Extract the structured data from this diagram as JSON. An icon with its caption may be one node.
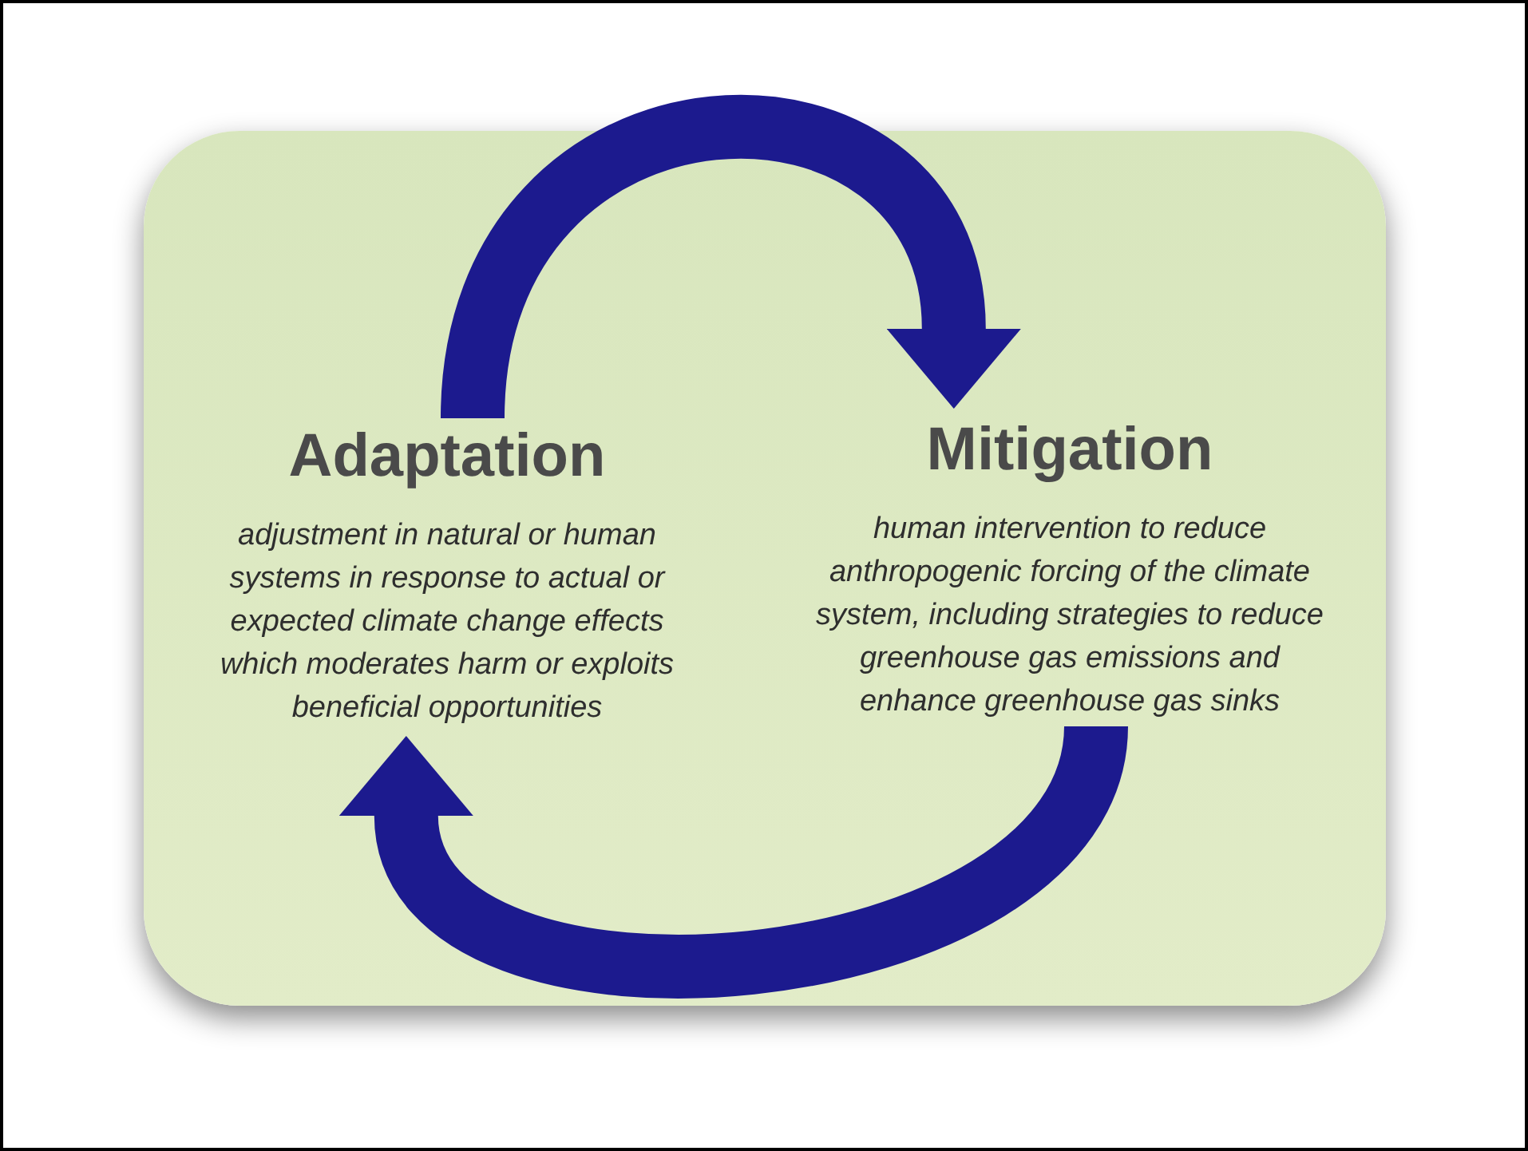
{
  "diagram": {
    "nodes": [
      {
        "text": [
          "Adaptation",
          "adjustment in natural or human systems in response to actual or expected climate change effects which moderates harm or exploits beneficial opportunities"
        ]
      },
      {
        "text": [
          "Mitigation",
          "human intervention to reduce anthropogenic forcing of the climate system, including strategies to reduce greenhouse gas emissions and enhance greenhouse gas sinks"
        ]
      }
    ],
    "edges": [
      {
        "from": 0,
        "to": 1,
        "arrow": "to"
      },
      {
        "from": 1,
        "to": 0,
        "arrow": "to"
      }
    ]
  }
}
